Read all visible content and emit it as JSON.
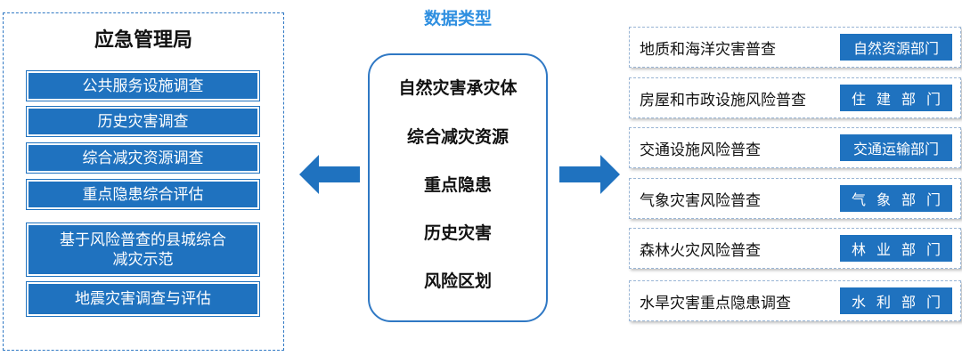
{
  "left": {
    "title": "应急管理局",
    "items": [
      "公共服务设施调查",
      "历史灾害调查",
      "综合减灾资源调查",
      "重点隐患综合评估",
      "基于风险普查的县城综合减灾示范",
      "地震灾害调查与评估"
    ]
  },
  "center": {
    "title": "数据类型",
    "items": [
      "自然灾害承灾体",
      "综合减灾资源",
      "重点隐患",
      "历史灾害",
      "风险区划"
    ]
  },
  "right": {
    "rows": [
      {
        "label": "地质和海洋灾害普查",
        "dept": "自然资源部门"
      },
      {
        "label": "房屋和市政设施风险普查",
        "dept": "住建部门"
      },
      {
        "label": "交通设施风险普查",
        "dept": "交通运输部门"
      },
      {
        "label": "气象灾害风险普查",
        "dept": "气象部门"
      },
      {
        "label": "森林火灾风险普查",
        "dept": "林业部门"
      },
      {
        "label": "水旱灾害重点隐患调查",
        "dept": "水利部门"
      }
    ]
  },
  "colors": {
    "accent_blue": "#1f72bf",
    "title_blue": "#2f8fe0",
    "border_blue": "#2f78c4"
  },
  "icons": {
    "left_arrow": "arrow-left-icon",
    "right_arrow": "arrow-right-icon"
  }
}
